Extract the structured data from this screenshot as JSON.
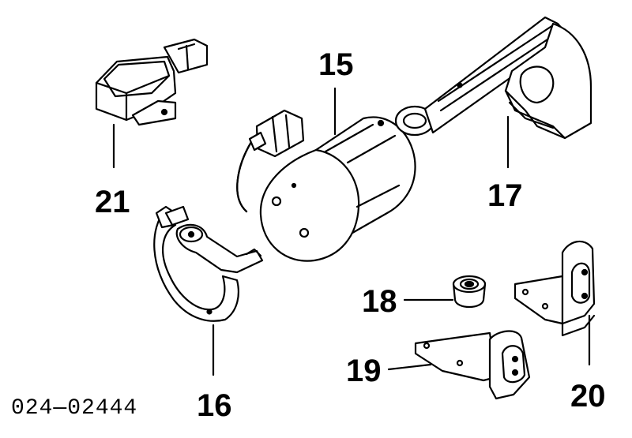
{
  "diagram": {
    "id_label": "024—02444",
    "callouts": {
      "c15": "15",
      "c16": "16",
      "c17": "17",
      "c18": "18",
      "c19": "19",
      "c20": "20",
      "c21": "21"
    }
  }
}
